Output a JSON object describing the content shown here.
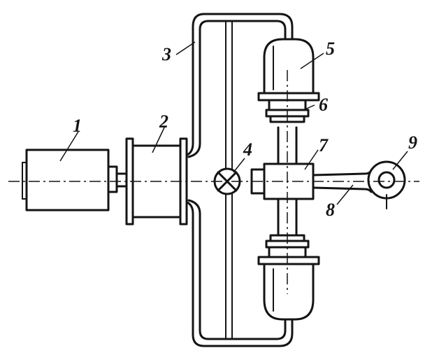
{
  "diagram": {
    "labels": {
      "motor": "1",
      "drum": "2",
      "frame": "3",
      "center_node": "4",
      "upper_cylinder": "5",
      "upper_flange": "6",
      "hub": "7",
      "link_rod": "8",
      "crank_eye": "9"
    },
    "colors": {
      "ink": "#141414",
      "paper": "#ffffff"
    }
  }
}
